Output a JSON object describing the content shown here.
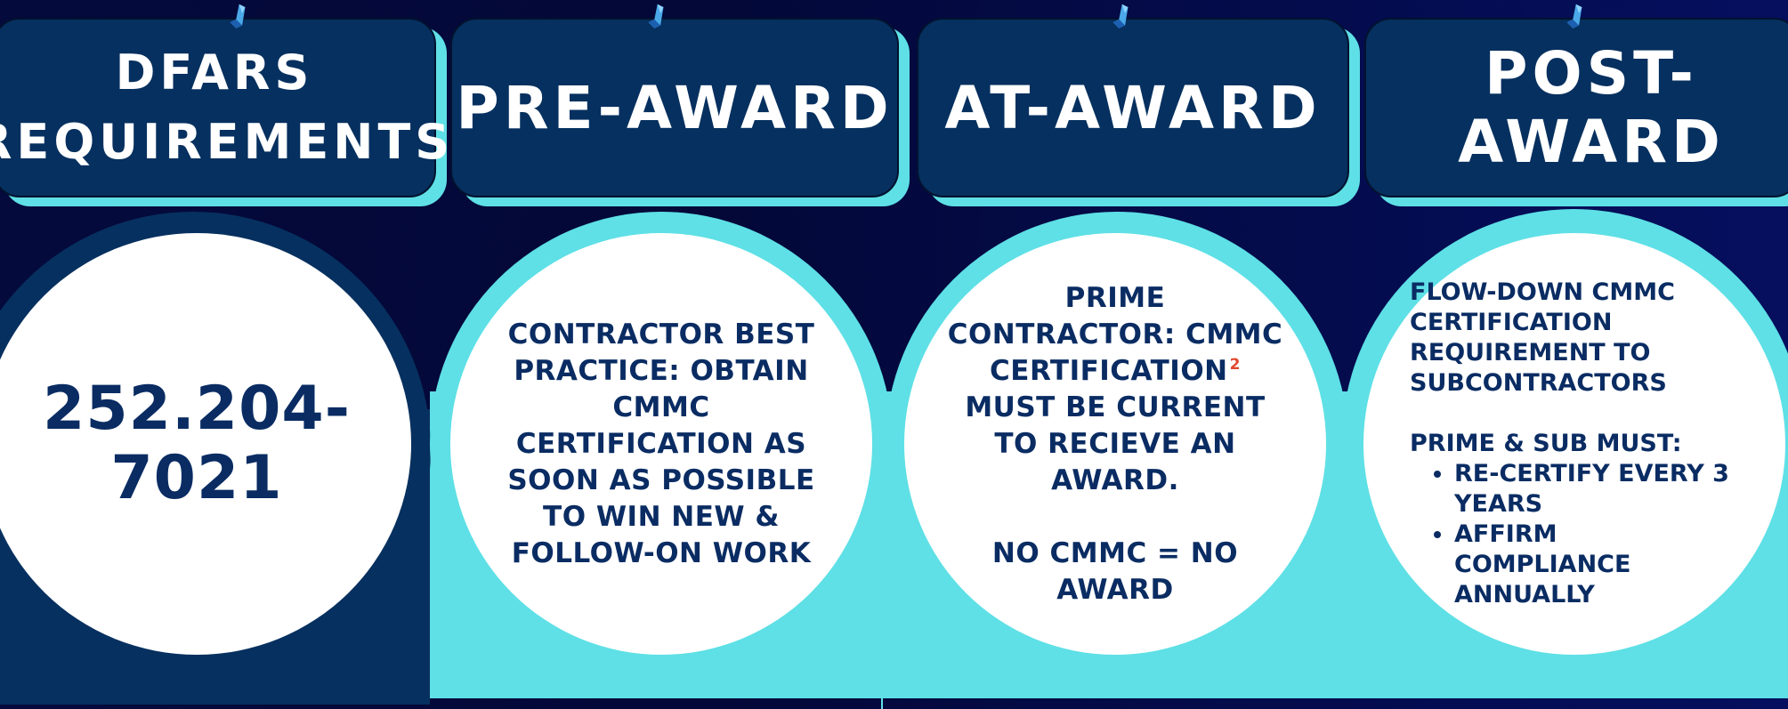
{
  "columns": [
    {
      "header": "DFARS REQUIREMENTS",
      "header_lines": [
        "DFARS",
        "REQUIREMENTS"
      ],
      "content": [
        "252.204-",
        "7021"
      ]
    },
    {
      "header": "PRE-AWARD",
      "content": [
        "CONTRACTOR BEST",
        "PRACTICE: OBTAIN",
        "CMMC",
        "CERTIFICATION AS",
        "SOON AS POSSIBLE",
        "TO WIN NEW &",
        "FOLLOW-ON WORK"
      ]
    },
    {
      "header": "AT-AWARD",
      "content": [
        "PRIME",
        "CONTRACTOR: CMMC",
        "CERTIFICATION",
        "MUST BE CURRENT",
        "TO RECIEVE AN",
        "AWARD."
      ],
      "superscript": "2",
      "content2": [
        "NO CMMC = NO",
        "AWARD"
      ]
    },
    {
      "header": "POST-AWARD",
      "content": [
        "FLOW-DOWN CMMC",
        "CERTIFICATION",
        "REQUIREMENT TO",
        "SUBCONTRACTORS"
      ],
      "subheading": "PRIME & SUB MUST:",
      "bullets": [
        "RE-CERTIFY EVERY 3 YEARS",
        "AFFIRM COMPLIANCE ANNUALLY"
      ]
    }
  ],
  "colors": {
    "background": "#040a3c",
    "header_fill": "#06305f",
    "accent_cyan": "#5ee0e6",
    "text_dark": "#0a2c63",
    "superscript": "#e2462c"
  },
  "icons": [
    "pushpin-icon",
    "pushpin-icon",
    "pushpin-icon",
    "pushpin-icon"
  ]
}
